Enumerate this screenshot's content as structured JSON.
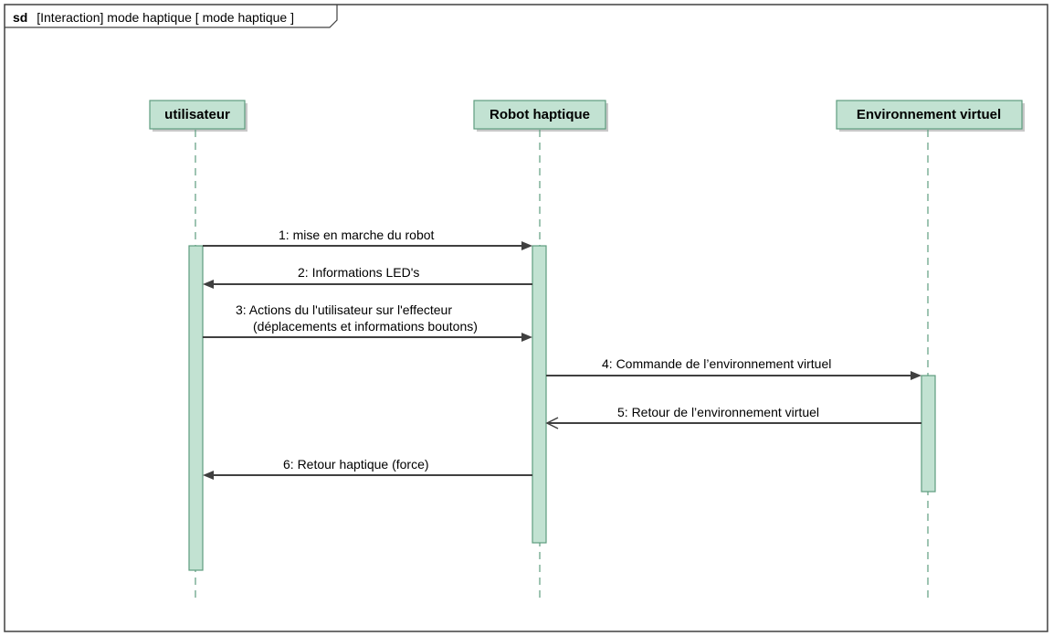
{
  "frame": {
    "keyword": "sd",
    "title": "[Interaction] mode haptique [ mode haptique ]"
  },
  "lifelines": [
    {
      "name": "utilisateur"
    },
    {
      "name": "Robot haptique"
    },
    {
      "name": "Environnement virtuel"
    }
  ],
  "messages": [
    {
      "label": [
        "1: mise en marche du robot"
      ],
      "from": 0,
      "to": 1,
      "kind": "sync"
    },
    {
      "label": [
        "2: Informations LED's"
      ],
      "from": 1,
      "to": 0,
      "kind": "sync"
    },
    {
      "label": [
        "3: Actions du l'utilisateur sur l'effecteur",
        "(déplacements et informations boutons)"
      ],
      "from": 0,
      "to": 1,
      "kind": "sync"
    },
    {
      "label": [
        "4: Commande de l’environnement virtuel"
      ],
      "from": 1,
      "to": 2,
      "kind": "sync"
    },
    {
      "label": [
        "5: Retour de l’environnement virtuel"
      ],
      "from": 2,
      "to": 1,
      "kind": "reply"
    },
    {
      "label": [
        "6: Retour haptique (force)"
      ],
      "from": 1,
      "to": 0,
      "kind": "sync"
    }
  ],
  "colors": {
    "box_fill": "#c2e2d2",
    "box_stroke": "#5e9c7e",
    "shadow": "#c8c8c8",
    "line": "#404040",
    "frame": "#404040"
  }
}
